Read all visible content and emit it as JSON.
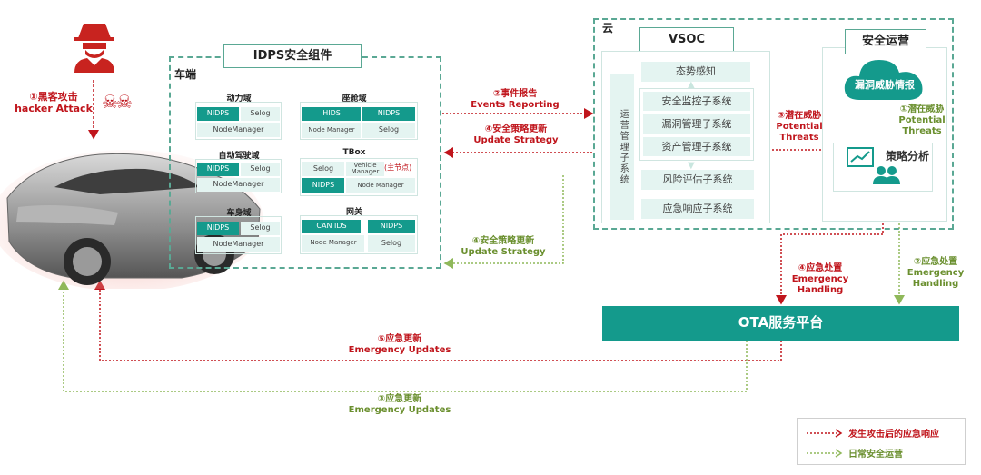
{
  "attacker": {
    "label_zh": "①黑客攻击",
    "label_en": "hacker Attack"
  },
  "idps": {
    "title": "IDPS安全组件",
    "vehicle_label": "车端",
    "domains": [
      {
        "name": "动力域",
        "cells": [
          "NIDPS",
          "Selog",
          "NodeManager"
        ]
      },
      {
        "name": "座舱域",
        "cells": [
          "HIDS",
          "NIDPS",
          "Node Manager",
          "Selog"
        ]
      },
      {
        "name": "自动驾驶域",
        "cells": [
          "NIDPS",
          "Selog",
          "NodeManager"
        ]
      },
      {
        "name": "TBox",
        "cells": [
          "Selog",
          "Vehicle Manager",
          "NIDPS",
          "Node Manager"
        ],
        "note": "(主节点)"
      },
      {
        "name": "车身域",
        "cells": [
          "NIDPS",
          "Selog",
          "NodeManager"
        ]
      },
      {
        "name": "网关",
        "cells": [
          "CAN IDS",
          "NIDPS",
          "Node Manager",
          "Selog"
        ]
      }
    ]
  },
  "cloud": {
    "label": "云",
    "vsoc": {
      "title": "VSOC",
      "side_label": "运营管理子系统",
      "items": [
        "态势感知",
        "安全监控子系统",
        "漏洞管理子系统",
        "资产管理子系统",
        "风险评估子系统",
        "应急响应子系统"
      ]
    },
    "ops": {
      "title": "安全运营",
      "cloud_label": "漏洞威胁情报",
      "analysis_label": "策略分析"
    }
  },
  "flows": {
    "events_reporting": {
      "zh": "②事件报告",
      "en": "Events Reporting"
    },
    "update_strategy_red": {
      "zh": "④安全策略更新",
      "en": "Update Strategy"
    },
    "potential_threats_red": {
      "zh": "③潜在威胁",
      "en": "Potential Threats"
    },
    "potential_threats_green": {
      "zh": "①潜在威胁",
      "en": "Potential Threats"
    },
    "update_strategy_green": {
      "zh": "④安全策略更新",
      "en": "Update Strategy"
    },
    "emergency_handling_red": {
      "zh": "④应急处置",
      "en": "Emergency Handling"
    },
    "emergency_handling_green": {
      "zh": "②应急处置",
      "en": "Emergency Handling"
    },
    "emergency_updates_red": {
      "zh": "⑤应急更新",
      "en": "Emergency Updates"
    },
    "emergency_updates_green": {
      "zh": "③应急更新",
      "en": "Emergency Updates"
    }
  },
  "ota": {
    "label": "OTA服务平台"
  },
  "legend": {
    "items": [
      {
        "label": "发生攻击后的应急响应",
        "color": "#c0151c"
      },
      {
        "label": "日常安全运营",
        "color": "#6a8f2e"
      }
    ]
  },
  "colors": {
    "teal": "#149a8c",
    "teal_light": "#e4f4f1",
    "red": "#c0151c",
    "green": "#6a8f2e",
    "dash_border": "#5aa894"
  }
}
